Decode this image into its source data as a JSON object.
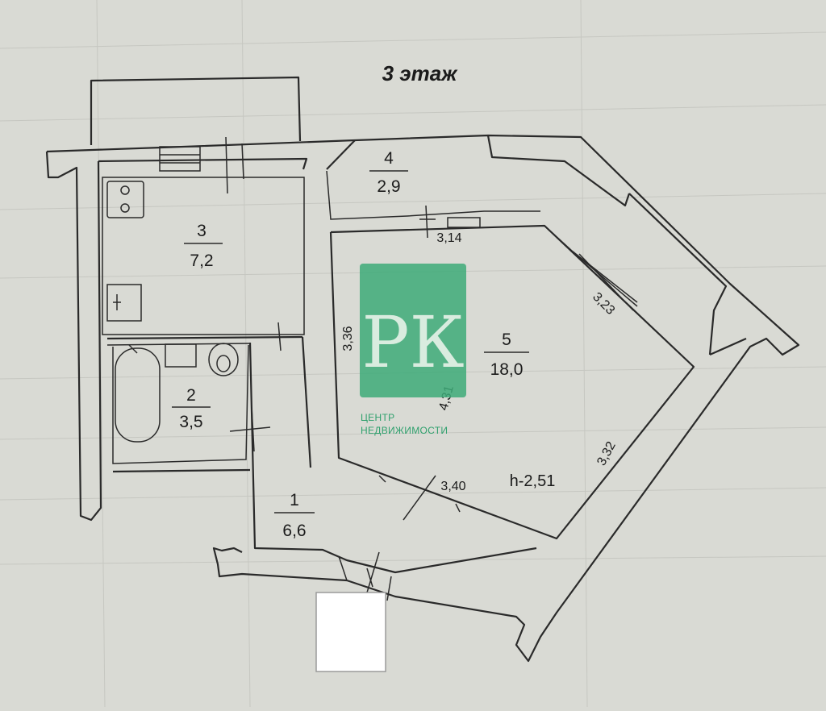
{
  "floor_title": "3 этаж",
  "rooms": [
    {
      "number": "1",
      "area": "6,6"
    },
    {
      "number": "2",
      "area": "3,5"
    },
    {
      "number": "3",
      "area": "7,2"
    },
    {
      "number": "4",
      "area": "2,9"
    },
    {
      "number": "5",
      "area": "18,0"
    }
  ],
  "dimensions": {
    "d1": "3,14",
    "d2": "3,36",
    "d3": "3,23",
    "d4": "4,31",
    "d5": "3,32",
    "d6": "3,40"
  },
  "ceiling_height": "h-2,51",
  "watermark": {
    "monogram": "РК",
    "line1": "ЦЕНТР",
    "line2": "НЕДВИЖИМОСТИ",
    "color": "#3daa78"
  },
  "colors": {
    "paper": "#d9dad4",
    "ink": "#2a2a2a"
  }
}
